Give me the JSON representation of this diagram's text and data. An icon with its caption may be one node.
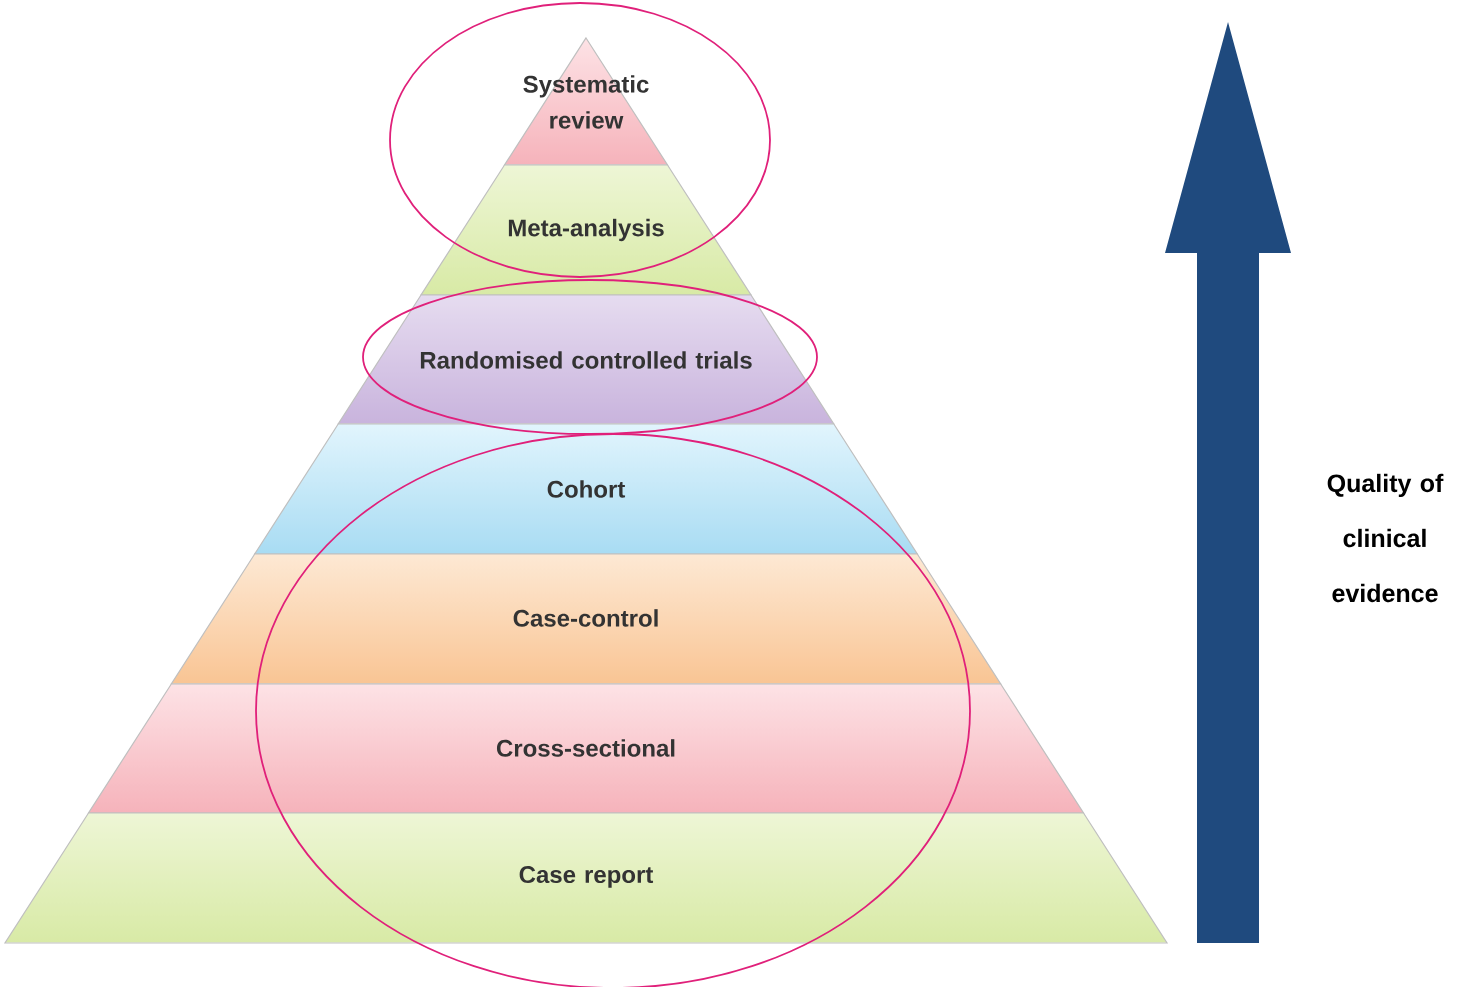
{
  "diagram": {
    "nodes": [
      {
        "text": [
          "Systematic review"
        ]
      },
      {
        "text": [
          "Meta-analysis"
        ]
      },
      {
        "text": [
          "Randomised controlled trials"
        ]
      },
      {
        "text": [
          "Cohort"
        ]
      },
      {
        "text": [
          "Case-control"
        ]
      },
      {
        "text": [
          "Cross-sectional"
        ]
      },
      {
        "text": [
          "Case report"
        ]
      }
    ],
    "labels": [
      "Quality of clinical evidence"
    ]
  }
}
